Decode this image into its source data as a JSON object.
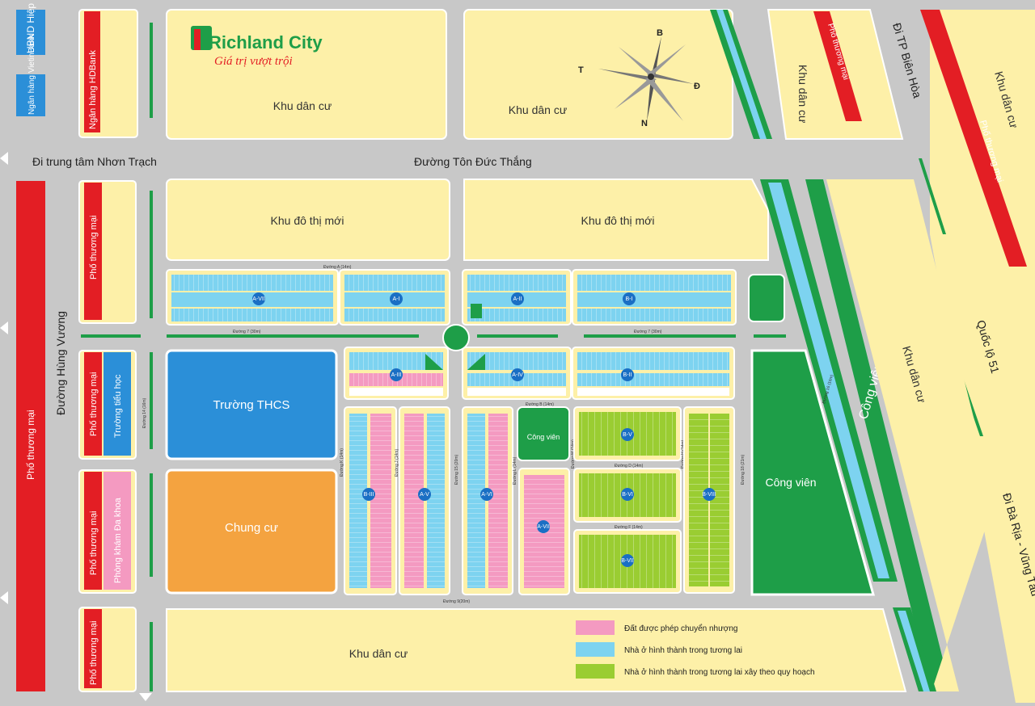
{
  "brand": {
    "name": "Richland City",
    "slogan": "Giá trị vượt trội"
  },
  "compass": {
    "north": "B",
    "south": "N",
    "east": "Đ",
    "west": "T"
  },
  "roads": {
    "ton_duc_thang": "Đường Tôn Đức Thắng",
    "to_nhon_trach": "Đi trung tâm Nhơn Trạch",
    "hung_vuong": "Đường Hùng Vương",
    "to_bien_hoa": "Đi TP Biên Hòa",
    "ql51": "Quốc lộ 51",
    "to_ba_ria": "Đi Bà Rịa - Vũng Tàu",
    "duong_a": "Đường A (14m)",
    "duong_7a": "Đường 7 (30m)",
    "duong_7b": "Đường 7 (30m)",
    "duong_b": "Đường B (14m)",
    "duong_d": "Đường D (14m)",
    "duong_f": "Đường F (14m)",
    "duong_9": "Đường 9(20m)",
    "duong_14": "Đường 14 (16m)",
    "duong_15": "Đường 15 (20m)",
    "duong_l": "Đường L (14m)",
    "duong_m": "Đường M (14m)",
    "duong_k": "Đường K (14m)",
    "duong_j": "Đường J (14m)",
    "duong_h": "Đường H (14m)",
    "duong_i": "Đường I (14m)",
    "duong_18": "Đường 18 (21m)",
    "duong_16": "Đường 16 (16m)"
  },
  "areas": {
    "kdc_top_left": "Khu dân cư",
    "kdc_top_mid": "Khu dân cư",
    "kdc_top_right": "Khu dân cư",
    "kdc_far_right": "Khu dân cư",
    "kdc_right": "Khu dân cư",
    "kdc_bottom": "Khu dân cư",
    "kdtm_left": "Khu đô thị mới",
    "kdtm_right": "Khu đô thị mới",
    "school_thcs": "Trường THCS",
    "apartment": "Chung cư",
    "park_small": "Công viên",
    "park_right": "Công viên",
    "park_strip": "Công viên",
    "primary_school": "Trường tiểu học",
    "clinic": "Phòng khám Đa khoa",
    "bank_hd": "Ngân hàng HDBank",
    "ubnd": "UBND Hiệp Phước",
    "bank_vietin": "Ngân hàng VietinBank"
  },
  "commerce_label": "Phố thương mại",
  "blocks": {
    "a_vii": "A-VII",
    "a_i": "A-I",
    "a_ii": "A-II",
    "b_i": "B-I",
    "a_iii": "A-III",
    "a_iv": "A-IV",
    "b_ii": "B-II",
    "b_iii": "B-III",
    "a_v": "A-V",
    "a_vi": "A-VI",
    "a_vii2": "A-VII",
    "b_v": "B-V",
    "b_vi": "B-VI",
    "b_vii": "B-VII",
    "b_viii": "B-VIII"
  },
  "legend": [
    {
      "label": "Đất được phép chuyển nhượng",
      "color": "#f49ac1"
    },
    {
      "label": "Nhà ở hình thành trong tương lai",
      "color": "#7dd3f0"
    },
    {
      "label": "Nhà ở hình thành trong tương lai xây theo quy hoạch",
      "color": "#9acd32"
    }
  ],
  "colors": {
    "road": "#c8c8c8",
    "residential": "#fdf0a8",
    "commerce": "#e31e24",
    "park": "#1e9e48",
    "school": "#2b8fd8",
    "apartment": "#f4a340",
    "pink_lots": "#f49ac1",
    "blue_lots": "#7dd3f0",
    "green_lots": "#9acd32",
    "block_marker": "#1a6fc4"
  }
}
